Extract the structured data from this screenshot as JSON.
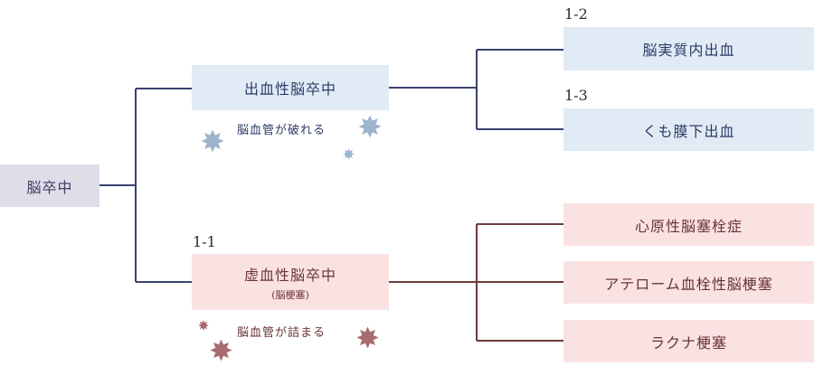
{
  "root": {
    "label": "脳卒中"
  },
  "hemorrhagic": {
    "label": "出血性脳卒中",
    "note": "脳血管が破れる",
    "children": [
      {
        "num": "1-2",
        "label": "脳実質内出血"
      },
      {
        "num": "1-3",
        "label": "くも膜下出血"
      }
    ]
  },
  "ischemic": {
    "num": "1-1",
    "label": "虚血性脳卒中",
    "sub": "(脳梗塞)",
    "note": "脳血管が詰まる",
    "children": [
      {
        "label": "心原性脳塞栓症"
      },
      {
        "label": "アテローム血栓性脳梗塞"
      },
      {
        "label": "ラクナ梗塞"
      }
    ]
  },
  "colors": {
    "blue_line": "#3a4170",
    "pink_line": "#6e3a3c",
    "blue_star": "#9db5cc",
    "pink_star": "#a86b6e"
  }
}
